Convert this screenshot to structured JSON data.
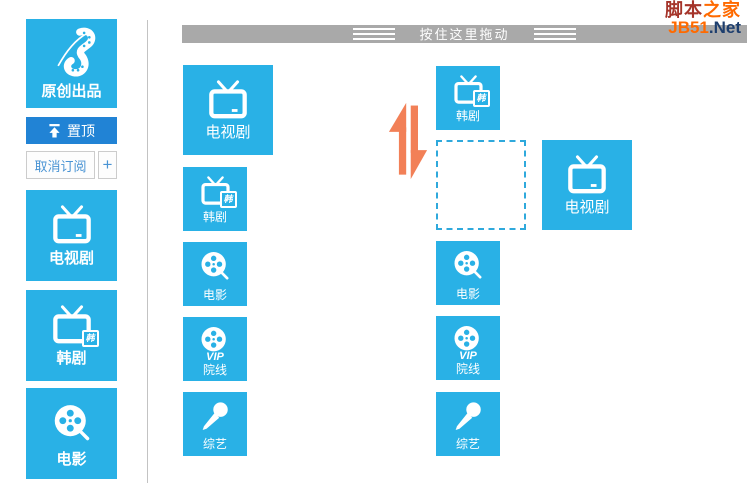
{
  "colors": {
    "tile_blue": "#29b1e6",
    "pin_button_blue": "#2183d5",
    "drag_bar_gray": "#a9a9a9",
    "swap_arrow_orange": "#f28057",
    "link_blue": "#4a94d4",
    "placeholder_dash_blue": "#2fa9dc",
    "logo_red": "#a5342a",
    "logo_orange": "#ff6a00",
    "logo_navy": "#1d3e6e"
  },
  "logo": {
    "title_red": "脚本",
    "title_orange": "之家",
    "domain_orange": "JB51",
    "domain_navy": ".Net"
  },
  "drag_bar": {
    "label": "按住这里拖动"
  },
  "sidebar": {
    "brand_tile": {
      "label": "原创出品"
    },
    "pin_button": {
      "label": "置顶"
    },
    "unsubscribe_button": {
      "label": "取消订阅"
    },
    "add_button": {
      "label": "+"
    },
    "tiles": [
      {
        "label": "电视剧",
        "icon": "tv-icon"
      },
      {
        "label": "韩剧",
        "icon": "tv-korean-icon",
        "badge": "韩"
      },
      {
        "label": "电影",
        "icon": "film-reel-icon"
      }
    ]
  },
  "source_column": {
    "tiles": [
      {
        "label": "电视剧",
        "icon": "tv-icon",
        "size": "large"
      },
      {
        "label": "韩剧",
        "icon": "tv-korean-icon",
        "badge": "韩",
        "size": "small"
      },
      {
        "label": "电影",
        "icon": "film-reel-icon",
        "size": "small"
      },
      {
        "label": "院线",
        "icon": "film-reel-vip-icon",
        "badge": "VIP",
        "size": "small"
      },
      {
        "label": "综艺",
        "icon": "microphone-icon",
        "size": "small"
      }
    ]
  },
  "target_column": {
    "tiles": [
      {
        "label": "韩剧",
        "icon": "tv-korean-icon",
        "badge": "韩",
        "size": "small"
      },
      {
        "label": "电影",
        "icon": "film-reel-icon",
        "size": "small"
      },
      {
        "label": "院线",
        "icon": "film-reel-vip-icon",
        "badge": "VIP",
        "size": "small"
      },
      {
        "label": "综艺",
        "icon": "microphone-icon",
        "size": "small"
      }
    ],
    "drop_placeholder": {
      "type": "empty-slot"
    },
    "dragged_tile": {
      "label": "电视剧",
      "icon": "tv-icon",
      "size": "large"
    }
  }
}
